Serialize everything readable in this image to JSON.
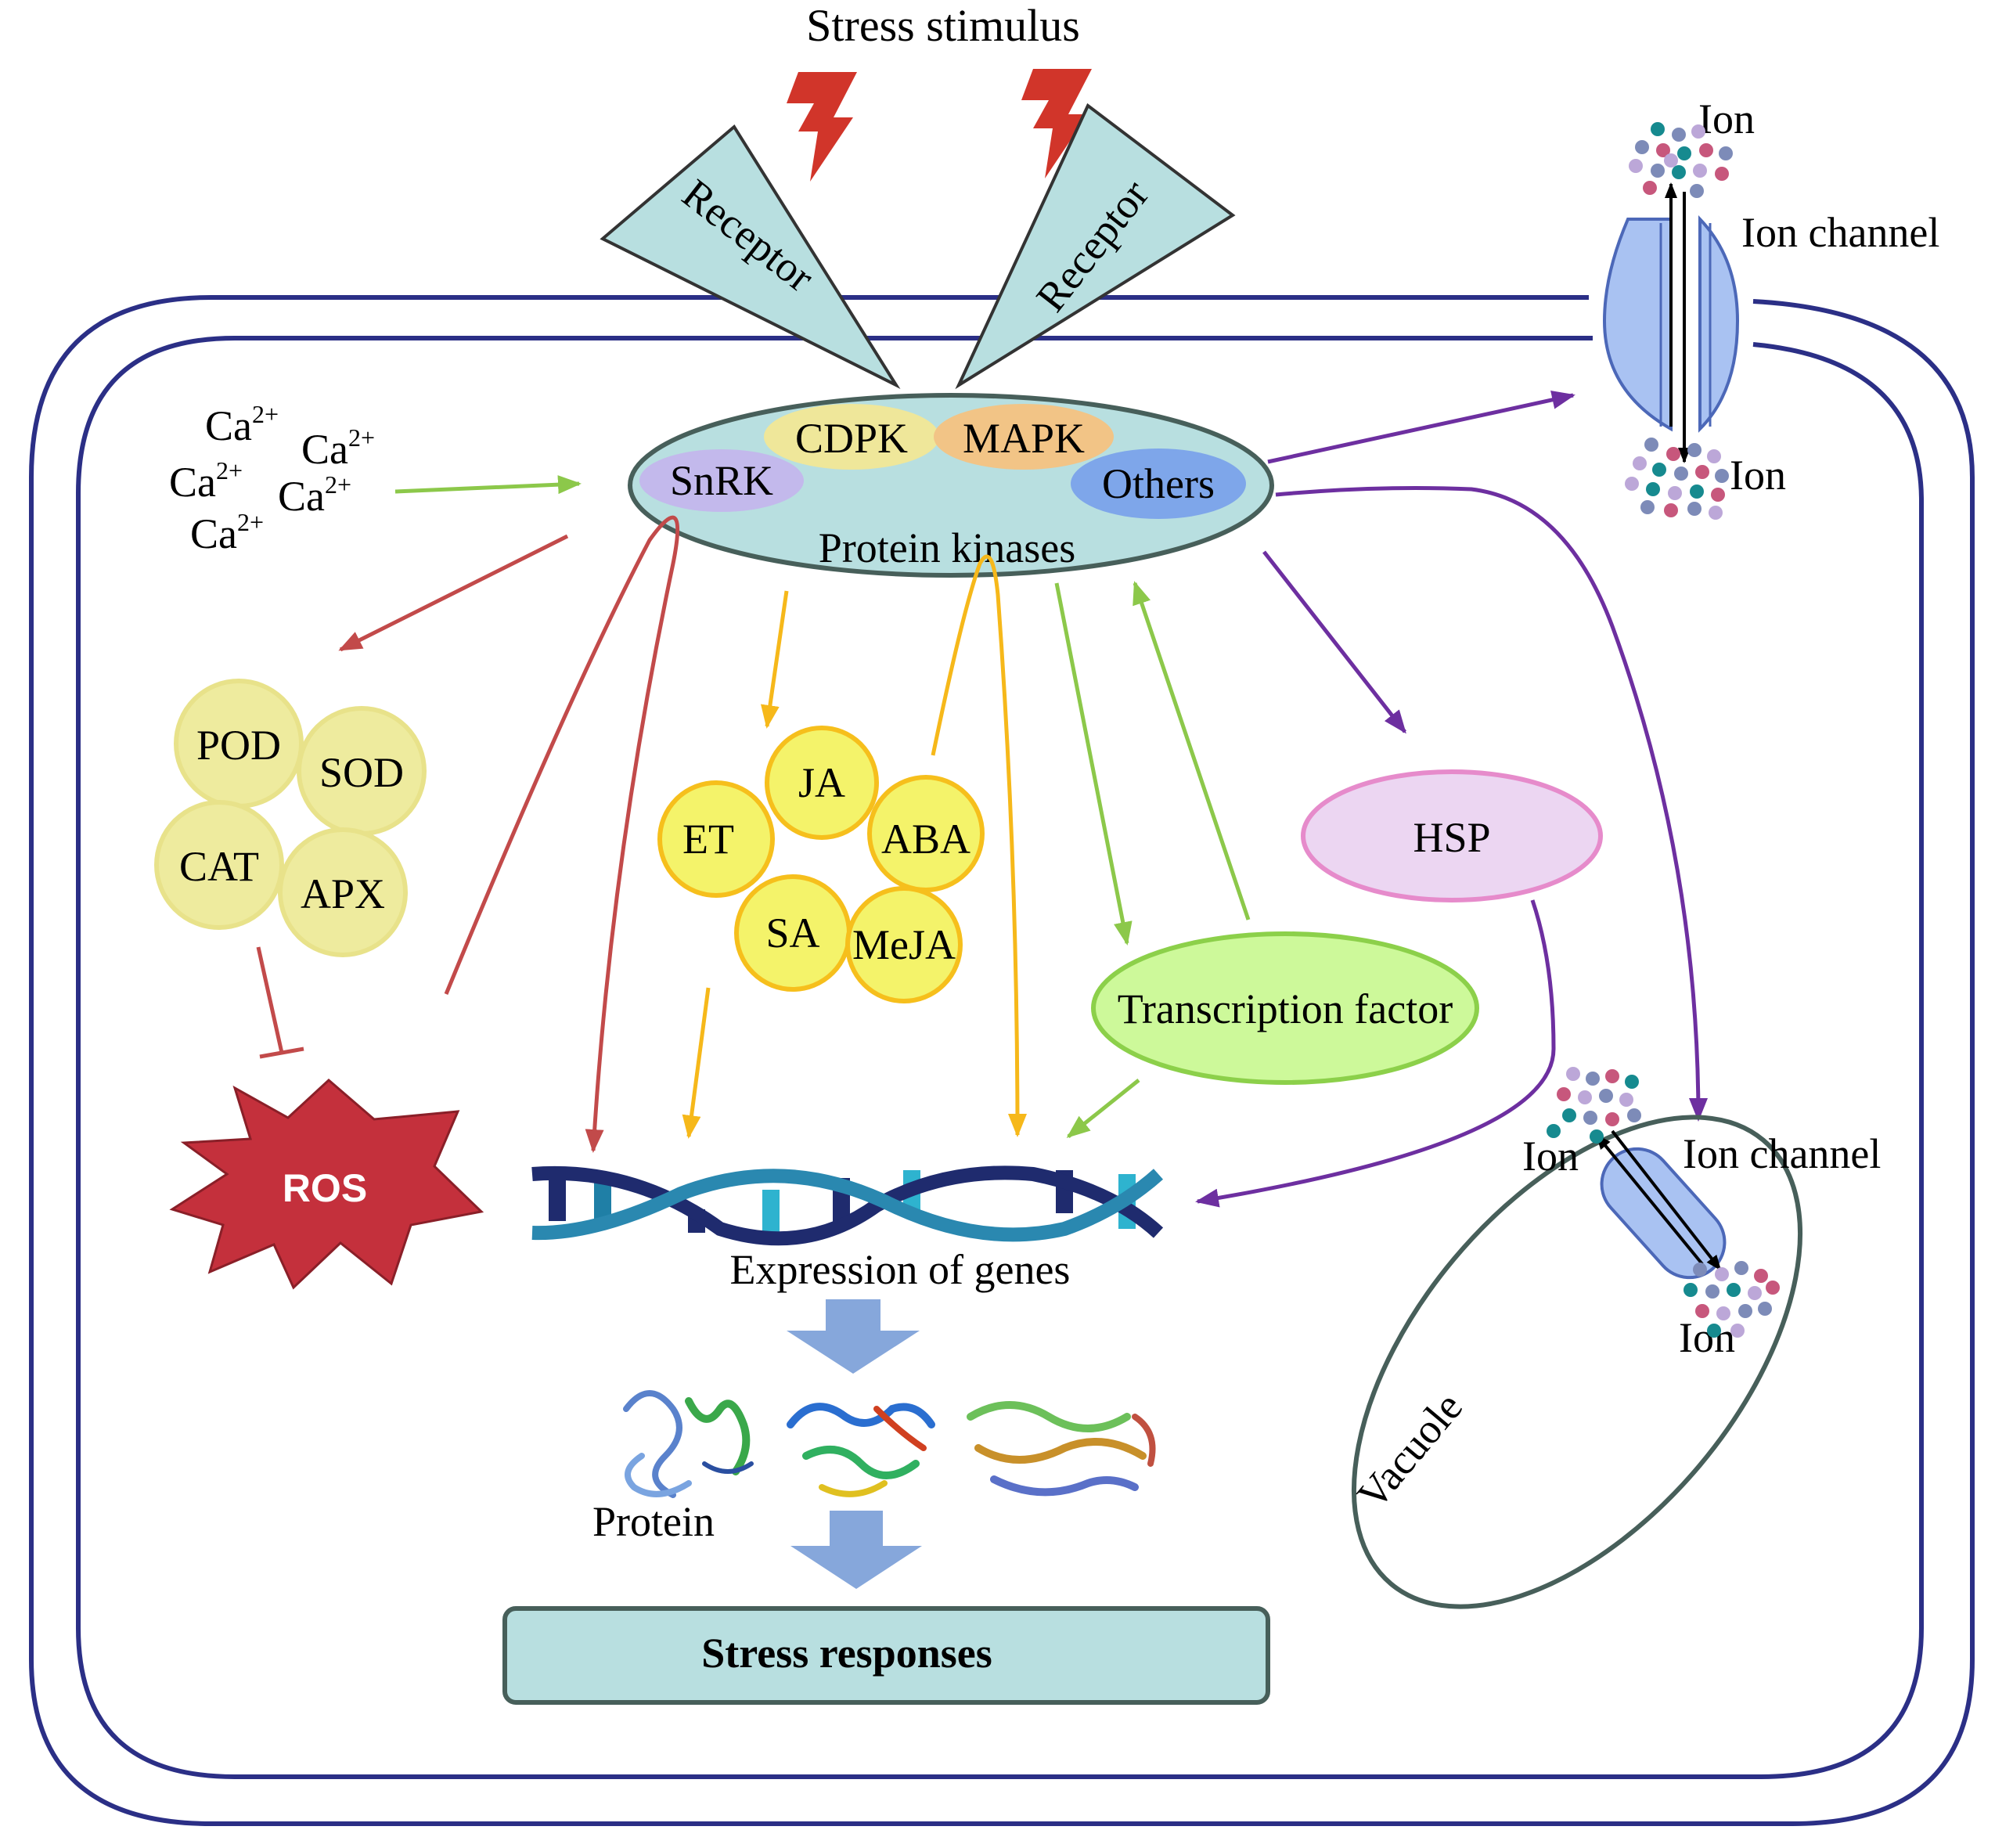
{
  "top": {
    "stimulus_label": "Stress stimulus"
  },
  "receptors": {
    "left_label": "Receptor",
    "right_label": "Receptor"
  },
  "calcium": {
    "base": "Ca",
    "charge": "2+",
    "count": 5
  },
  "kinases": {
    "label": "Protein kinases",
    "members": {
      "cdpk": "CDPK",
      "mapk": "MAPK",
      "snrk": "SnRK",
      "others": "Others"
    }
  },
  "antioxidant_enzymes": {
    "pod": "POD",
    "sod": "SOD",
    "cat": "CAT",
    "apx": "APX"
  },
  "ros": {
    "label": "ROS"
  },
  "hormones": {
    "ja": "JA",
    "et": "ET",
    "aba": "ABA",
    "sa": "SA",
    "meja": "MeJA"
  },
  "transcription_factor": {
    "label": "Transcription factor"
  },
  "hsp": {
    "label": "HSP"
  },
  "membrane_channel": {
    "label": "Ion channel",
    "ion_out_label": "Ion",
    "ion_in_label": "Ion"
  },
  "vacuole": {
    "label": "Vacuole",
    "channel_label": "Ion channel",
    "ion_outside_label": "Ion",
    "ion_inside_label": "Ion"
  },
  "genes": {
    "label": "Expression of genes"
  },
  "protein": {
    "label": "Protein"
  },
  "response": {
    "label": "Stress responses"
  },
  "colors": {
    "membrane": "#2b2f86",
    "receptor_fill": "#b8dfe0",
    "kinase_fill": "#b8dfe0",
    "cdpk_fill": "#efe79a",
    "mapk_fill": "#f2c486",
    "snrk_fill": "#c3b9ec",
    "others_fill": "#7ea6ea",
    "enzyme_fill": "#eeeb9e",
    "hormone_fill": "#f4f36a",
    "hormone_stroke": "#f6bf1c",
    "tf_fill": "#cdf99a",
    "hsp_fill": "#ecd6f2",
    "hsp_stroke": "#e68bcb",
    "ros_fill": "#c4303c",
    "channel_fill": "#a9c2f2",
    "arrow_green": "#8cc84a",
    "arrow_red": "#c24a4a",
    "arrow_orange": "#f6b81a",
    "arrow_purple": "#6d2fa0",
    "block_arrow": "#86a7db",
    "response_fill": "#b8dfe0",
    "lightning": "#d1352a"
  }
}
